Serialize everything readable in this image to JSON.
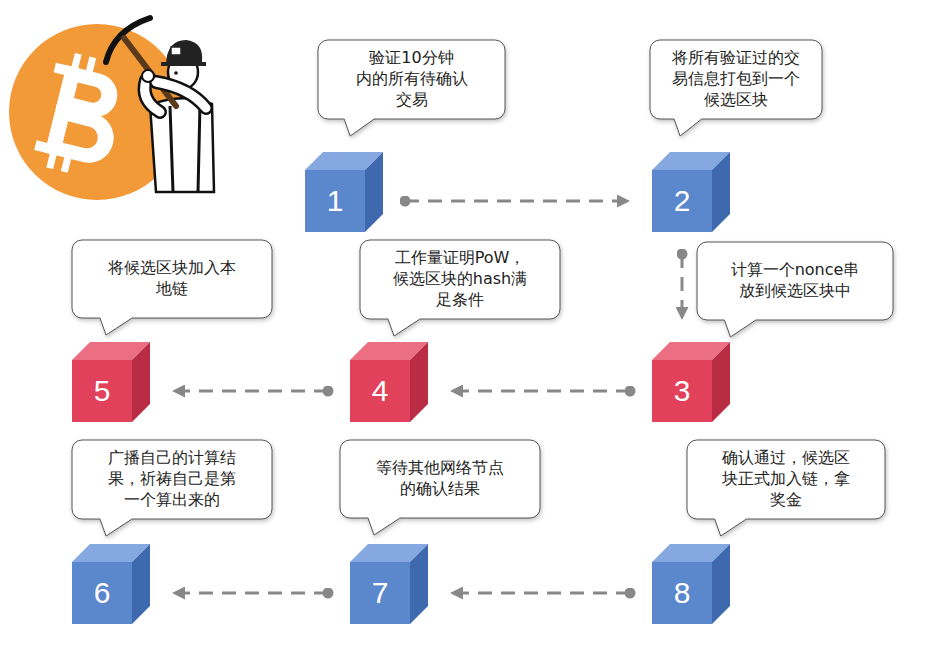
{
  "diagram": {
    "nodes": [
      {
        "text": [
          "验证10分钟 内的所有待确认 交易"
        ]
      },
      {
        "text": [
          "1"
        ]
      },
      {
        "text": [
          "将所有验证过的交 易信息打包到一个 候选区块"
        ]
      },
      {
        "text": [
          "2"
        ]
      },
      {
        "text": [
          "计算一个nonce串 放到候选区块中"
        ]
      },
      {
        "text": [
          "3"
        ]
      },
      {
        "text": [
          "工作量证明PoW， 候选区块的hash满 足条件"
        ]
      },
      {
        "text": [
          "4"
        ]
      },
      {
        "text": [
          "将候选区块加入本 地链"
        ]
      },
      {
        "text": [
          "5"
        ]
      },
      {
        "text": [
          "广播自己的计算结 果，祈祷自己是第 一个算出来的"
        ]
      },
      {
        "text": [
          "6"
        ]
      },
      {
        "text": [
          "等待其他网络节点 的确认结果"
        ]
      },
      {
        "text": [
          "7"
        ]
      },
      {
        "text": [
          "确认通过，候选区 块正式加入链，拿 奖金"
        ]
      },
      {
        "text": [
          "8"
        ]
      }
    ],
    "edges": [
      {
        "from": 1,
        "to": 3,
        "arrow": "to"
      },
      {
        "from": 3,
        "to": 5,
        "arrow": "to"
      },
      {
        "from": 5,
        "to": 7,
        "arrow": "to"
      },
      {
        "from": 7,
        "to": 9,
        "arrow": "to"
      },
      {
        "from": 15,
        "to": 13,
        "arrow": "to"
      },
      {
        "from": 13,
        "to": 11,
        "arrow": "to"
      }
    ]
  }
}
